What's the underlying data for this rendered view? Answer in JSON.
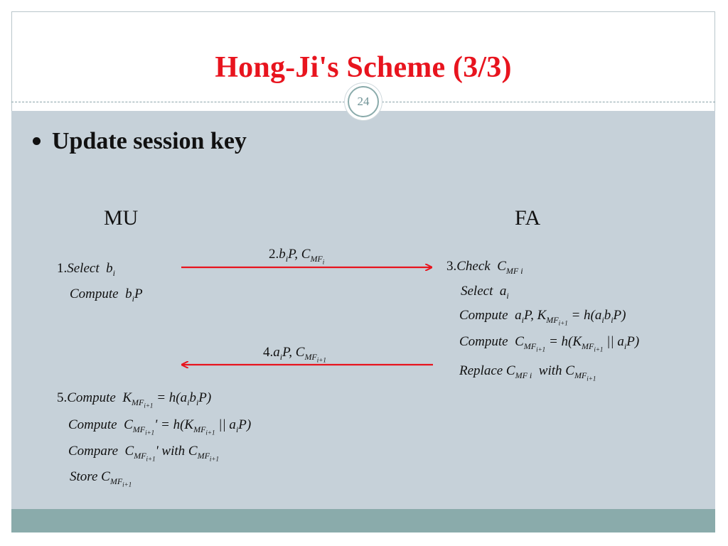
{
  "slide": {
    "title": "Hong-Ji's Scheme (3/3)",
    "page_number": "24",
    "bullet": "Update session key"
  },
  "parties": {
    "left": "MU",
    "right": "FA"
  },
  "messages": {
    "m2": {
      "num": "2.",
      "text": "b<sub>i</sub>P, C<sub>MF<sub>i</sub></sub>"
    },
    "m4": {
      "num": "4.",
      "text": "a<sub>i</sub>P, C<sub>MF<sub>i+1</sub></sub>"
    }
  },
  "mu_steps": [
    {
      "num": "1.",
      "text": "Select&nbsp; b<sub>i</sub>"
    },
    {
      "num": "",
      "text": "Compute&nbsp; b<sub>i</sub>P"
    }
  ],
  "fa_steps": [
    {
      "num": "3.",
      "text": "Check&nbsp; C<sub>MF i</sub>"
    },
    {
      "num": "",
      "text": "Select&nbsp; a<sub>i</sub>"
    },
    {
      "num": "",
      "text": "Compute&nbsp; a<sub>i</sub>P, K<sub>MF<sub>i+1</sub></sub> = h(a<sub>i</sub>b<sub>i</sub>P)"
    },
    {
      "num": "",
      "text": "Compute&nbsp; C<sub>MF<sub>i+1</sub></sub> = h(K<sub>MF<sub>i+1</sub></sub> || a<sub>i</sub>P)"
    },
    {
      "num": "",
      "text": "Replace C<sub>MF i</sub>&nbsp; with C<sub>MF<sub>i+1</sub></sub>"
    }
  ],
  "mu_final_steps": [
    {
      "num": "5.",
      "text": "Compute&nbsp; K<sub>MF<sub>i+1</sub></sub> = h(a<sub>i</sub>b<sub>i</sub>P)"
    },
    {
      "num": "",
      "text": "Compute&nbsp; C<sub>MF<sub>i+1</sub></sub>' = h(K<sub>MF<sub>i+1</sub></sub> || a<sub>i</sub>P)"
    },
    {
      "num": "",
      "text": "Compare&nbsp; C<sub>MF<sub>i+1</sub></sub>' with C<sub>MF<sub>i+1</sub></sub>"
    },
    {
      "num": "",
      "text": "Store C<sub>MF<sub>i+1</sub></sub>"
    }
  ],
  "colors": {
    "title": "#e8141e",
    "arrow": "#e8141e",
    "content_bg": "#c6d1d9",
    "footer": "#8aabab"
  }
}
